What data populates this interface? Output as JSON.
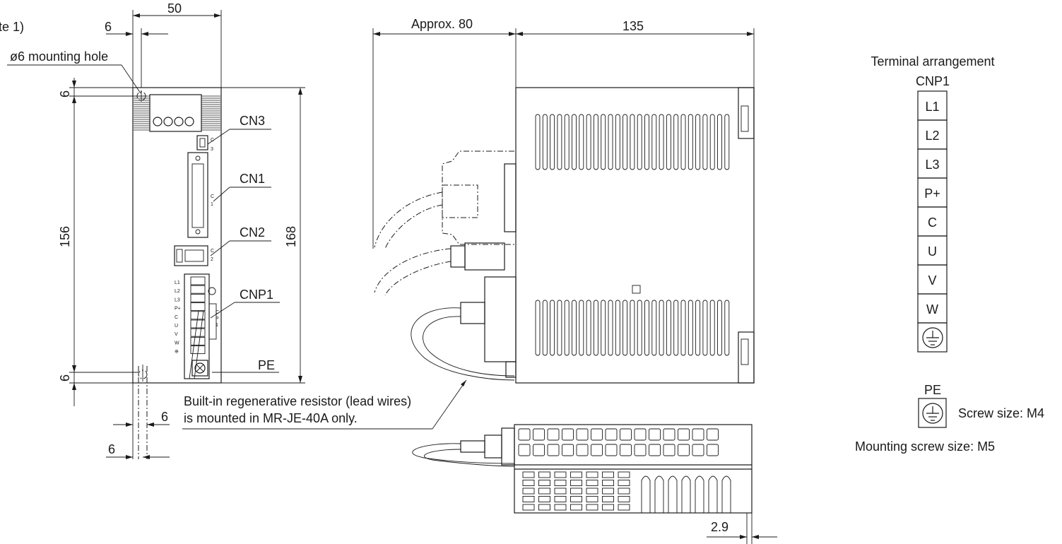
{
  "labels": {
    "note_fragment": "te 1)",
    "mounting_hole": "ø6 mounting hole",
    "cn3": "CN3",
    "cn1": "CN1",
    "cn2": "CN2",
    "cnp1": "CNP1",
    "pe": "PE",
    "regen_line1": "Built-in regenerative resistor (lead wires)",
    "regen_line2": "is mounted in MR-JE-40A only."
  },
  "dimensions": {
    "width_50": "50",
    "offset_6_top": "6",
    "height_6_top": "6",
    "height_156": "156",
    "height_168": "168",
    "height_6_bottom": "6",
    "offset_6_bottom_a": "6",
    "offset_6_bottom_b": "6",
    "approx_80": "Approx. 80",
    "depth_135": "135",
    "offset_2_9": "2.9"
  },
  "front_terminal_labels": [
    "L1",
    "L2",
    "L3",
    "P+",
    "C",
    "U",
    "V",
    "W",
    "⊕"
  ],
  "connector_small_labels": {
    "cn3": [
      "C",
      "3"
    ],
    "cn1": [
      "C",
      "1"
    ],
    "cn2": [
      "C",
      "2"
    ],
    "cnp1": [
      "C",
      "P",
      "1"
    ]
  },
  "terminal_arrangement": {
    "title": "Terminal arrangement",
    "connector": "CNP1",
    "terminals": [
      "L1",
      "L2",
      "L3",
      "P+",
      "C",
      "U",
      "V",
      "W"
    ],
    "pe_label": "PE",
    "screw_size": "Screw size: M4",
    "mounting_screw": "Mounting screw size: M5"
  }
}
